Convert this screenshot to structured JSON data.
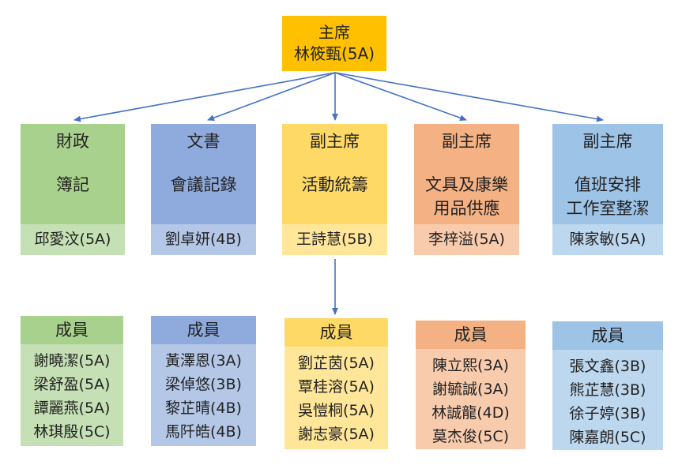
{
  "chair": {
    "title": "主席",
    "name": "林筱甄(5A)"
  },
  "roles": [
    {
      "title": "財政",
      "duty": [
        "簿記"
      ],
      "name": "邱愛汶(5A)",
      "colors": {
        "top": "#a9d18e",
        "name": "#c5e0b4",
        "head": "#a9d18e",
        "list": "#c5e0b4"
      }
    },
    {
      "title": "文書",
      "duty": [
        "會議記錄"
      ],
      "name": "劉卓妍(4B)",
      "colors": {
        "top": "#8faadc",
        "name": "#b4c7e7",
        "head": "#8faadc",
        "list": "#b4c7e7"
      }
    },
    {
      "title": "副主席",
      "duty": [
        "活動統籌"
      ],
      "name": "王詩慧(5B)",
      "colors": {
        "top": "#ffd966",
        "name": "#ffe699",
        "head": "#ffd966",
        "list": "#ffe699"
      }
    },
    {
      "title": "副主席",
      "duty": [
        "文具及康樂",
        "用品供應"
      ],
      "name": "李梓溢(5A)",
      "colors": {
        "top": "#f4b183",
        "name": "#f8cbad",
        "head": "#f4b183",
        "list": "#f8cbad"
      }
    },
    {
      "title": "副主席",
      "duty": [
        "值班安排",
        "工作室整潔"
      ],
      "name": "陳家敏(5A)",
      "colors": {
        "top": "#9dc3e6",
        "name": "#bdd7ee",
        "head": "#9dc3e6",
        "list": "#bdd7ee"
      }
    }
  ],
  "members": [
    {
      "heading": "成員",
      "list": [
        "謝曉潔(5A)",
        "梁舒盈(5A)",
        "譚麗燕(5A)",
        "林琪殷(5C)"
      ]
    },
    {
      "heading": "成員",
      "list": [
        "黃澤恩(3A)",
        "梁倬悠(3B)",
        "黎芷晴(4B)",
        "馬阡皓(4B)"
      ]
    },
    {
      "heading": "成員",
      "list": [
        "劉芷茵(5A)",
        "覃桂溶(5A)",
        "吳愷桐(5A)",
        "謝志豪(5A)"
      ]
    },
    {
      "heading": "成員",
      "list": [
        "陳立熙(3A)",
        "謝毓誠(3A)",
        "林誠龍(4D)",
        "莫杰俊(5C)"
      ]
    },
    {
      "heading": "成員",
      "list": [
        "張文鑫(3B)",
        "熊芷慧(3B)",
        "徐子婷(3B)",
        "陳嘉朗(5C)"
      ]
    }
  ],
  "arrow_color": "#4472c4"
}
